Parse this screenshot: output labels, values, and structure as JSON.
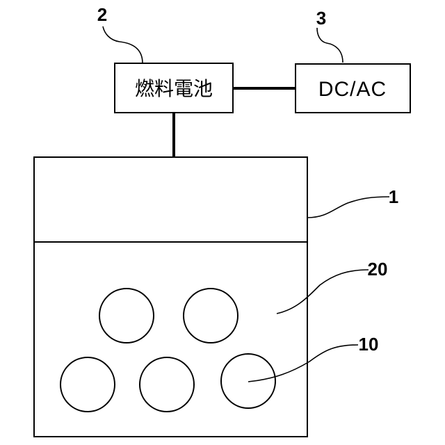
{
  "diagram": {
    "fuel_cell": {
      "label": "燃料電池",
      "ref": "2"
    },
    "dc_ac": {
      "label": "DC/AC",
      "ref": "3"
    },
    "container": {
      "ref": "1"
    },
    "liquid": {
      "ref": "20"
    },
    "object": {
      "ref": "10"
    }
  }
}
